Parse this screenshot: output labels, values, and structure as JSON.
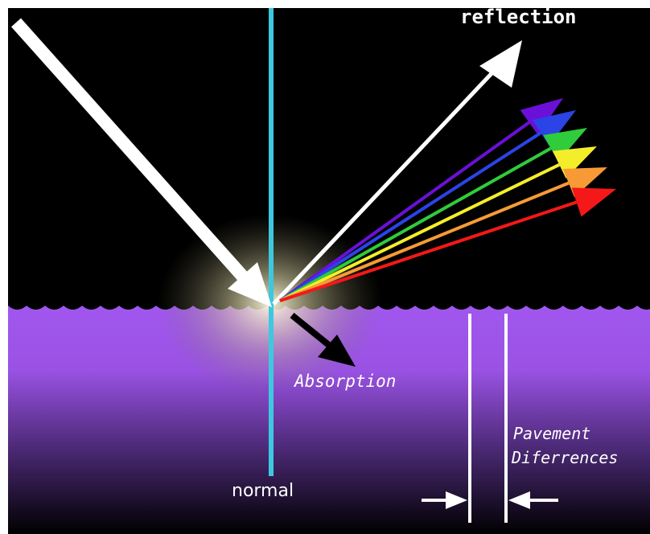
{
  "labels": {
    "reflection": "reflection",
    "absorption": "Absorption",
    "normal": "normal",
    "pavement_line1": "Pavement",
    "pavement_line2": "Diferrences"
  },
  "colors": {
    "background": "#000000",
    "pavement_top": "#a157ee",
    "pavement_bottom": "#000000",
    "normal_line": "#3ec8e0",
    "incident_arrow": "#ffffff",
    "reflection_arrow": "#ffffff",
    "absorption_arrow": "#000000",
    "glow": "#fffbe0",
    "spectrum": [
      "#6a10d8",
      "#2a44e6",
      "#2fcc3c",
      "#f4ee2a",
      "#f79a36",
      "#f41818"
    ]
  }
}
